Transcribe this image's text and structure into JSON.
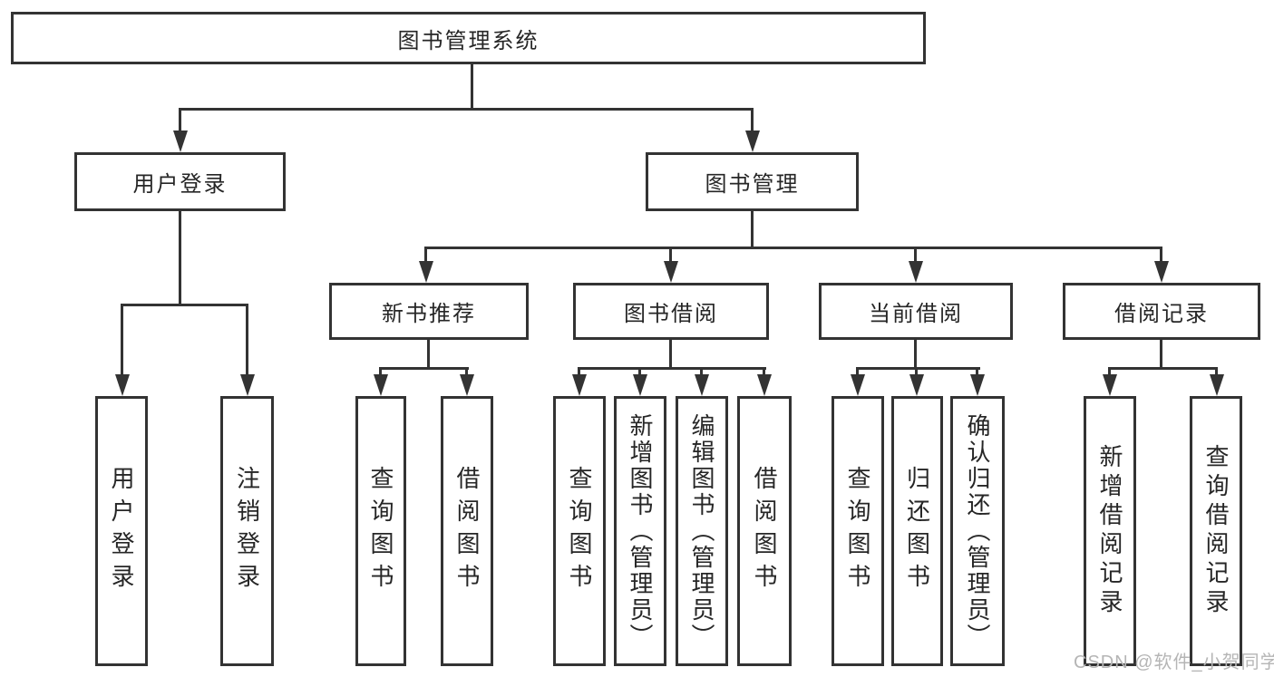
{
  "diagram_title": "图书管理系统",
  "tree": {
    "label": "图书管理系统",
    "children": [
      {
        "label": "用户登录",
        "children": [
          {
            "label": "用户登录"
          },
          {
            "label": "注销登录"
          }
        ]
      },
      {
        "label": "图书管理",
        "children": [
          {
            "label": "新书推荐",
            "children": [
              {
                "label": "查询图书"
              },
              {
                "label": "借阅图书"
              }
            ]
          },
          {
            "label": "图书借阅",
            "children": [
              {
                "label": "查询图书"
              },
              {
                "label": "新增图书（管理员）"
              },
              {
                "label": "编辑图书（管理员）"
              },
              {
                "label": "借阅图书"
              }
            ]
          },
          {
            "label": "当前借阅",
            "children": [
              {
                "label": "查询图书"
              },
              {
                "label": "归还图书"
              },
              {
                "label": "确认归还（管理员）"
              }
            ]
          },
          {
            "label": "借阅记录",
            "children": [
              {
                "label": "新增借阅记录"
              },
              {
                "label": "查询借阅记录"
              }
            ]
          }
        ]
      }
    ]
  },
  "watermark": {
    "text": "CSDN @软件_小贺同学"
  },
  "colors": {
    "line": "#333333",
    "text": "#262626",
    "background": "#ffffff",
    "watermark": "#b5b5b5"
  }
}
